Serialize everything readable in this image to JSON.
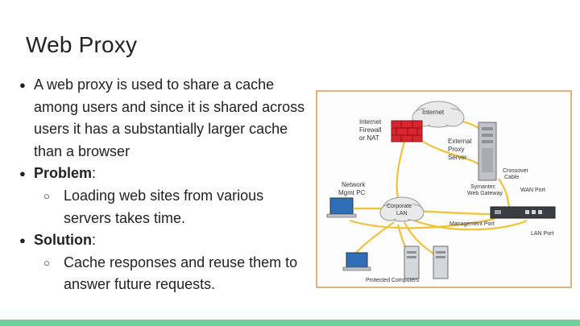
{
  "slide": {
    "title": "Web Proxy",
    "bullets": [
      {
        "text": "A web proxy is used to share a cache among users and since it is shared across users it has a substantially larger cache than a browser"
      },
      {
        "label": "Problem",
        "suffix": ":",
        "sub": "Loading web sites from various servers takes time."
      },
      {
        "label": "Solution",
        "suffix": ":",
        "sub": "Cache responses and reuse them to answer future requests."
      }
    ]
  },
  "diagram": {
    "labels": {
      "internet": "Internet",
      "firewall_1": "Internet",
      "firewall_2": "Firewall",
      "firewall_3": "or NAT",
      "proxy_1": "External",
      "proxy_2": "Proxy",
      "proxy_3": "Server",
      "crossover_1": "Crossover",
      "crossover_2": "Cable",
      "gateway_1": "Symantec",
      "gateway_2": "Web Gateway",
      "wan_port": "WAN Port",
      "network_1": "Network",
      "network_2": "Mgmt PC",
      "corporate_1": "Corporate",
      "corporate_2": "LAN",
      "mgmt_port": "Management Port",
      "lan_port": "LAN Port",
      "protected": "Protected Computers"
    },
    "colors": {
      "frame": "#d9b48a",
      "cable": "#f0c23a",
      "firewall": "#d8262e",
      "server": "#bfc3c8",
      "cloud": "#e9e9e9"
    }
  },
  "footer": {
    "color": "#6fd19a"
  }
}
